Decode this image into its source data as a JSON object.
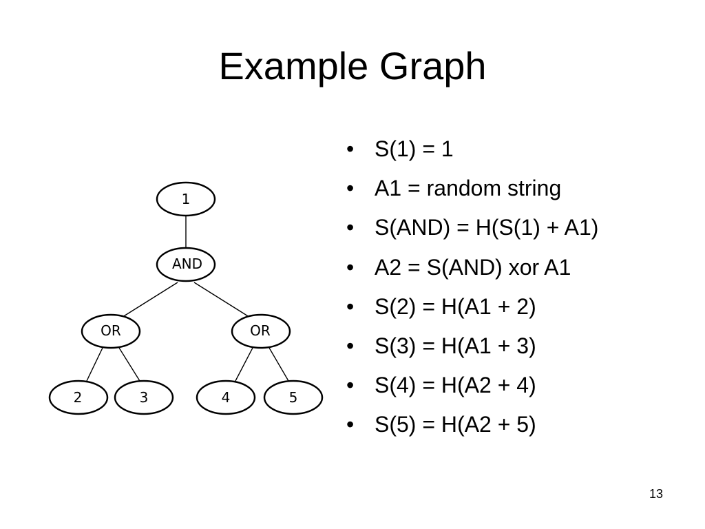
{
  "slide": {
    "title": "Example Graph",
    "page_number": "13"
  },
  "graph": {
    "nodes": {
      "n1": "1",
      "and": "AND",
      "or_left": "OR",
      "or_right": "OR",
      "n2": "2",
      "n3": "3",
      "n4": "4",
      "n5": "5"
    }
  },
  "bullets": [
    "S(1) = 1",
    "A1 = random string",
    "S(AND) = H(S(1) + A1)",
    "A2 = S(AND) xor A1",
    "S(2) = H(A1 + 2)",
    "S(3) = H(A1 + 3)",
    "S(4) = H(A2 + 4)",
    "S(5) = H(A2 + 5)"
  ],
  "bullet_glyph": "•"
}
